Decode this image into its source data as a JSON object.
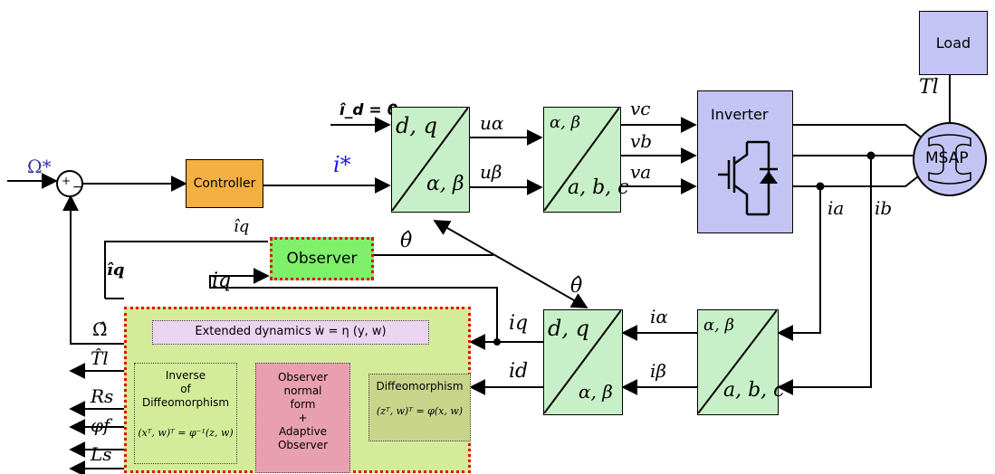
{
  "reference": {
    "speed": "Ω*",
    "sum_plus": "+",
    "sum_minus": "−",
    "id_ref": "î_d = 0",
    "i_star": "i*"
  },
  "controller": {
    "label": "Controller"
  },
  "dq_to_ab": {
    "top_left": "d, q",
    "bottom_right": "α, β"
  },
  "ab_to_abc": {
    "top_left": "α, β",
    "bottom_right": "a, b, c"
  },
  "abc_to_ab": {
    "top_left": "α, β",
    "bottom_right": "a, b, c"
  },
  "ab_to_dq": {
    "top_left": "d, q",
    "bottom_right": "α, β"
  },
  "signals": {
    "u_alpha": "uα",
    "u_beta": "uβ",
    "v_c": "vc",
    "v_b": "vb",
    "v_a": "va",
    "i_a": "ia",
    "i_b": "ib",
    "i_alpha": "iα",
    "i_beta": "iβ",
    "i_q_out": "iq",
    "i_d_out": "id",
    "theta_hat_top": "θ̂",
    "theta_hat_mid": "θ̂",
    "iq_hat": "îq",
    "iq_hat_bold": "îq",
    "iq_in": "iq",
    "T_l": "Tl"
  },
  "inverter": {
    "label": "Inverter"
  },
  "motor": {
    "label": "MSAP"
  },
  "load": {
    "label": "Load"
  },
  "observer": {
    "label": "Observer"
  },
  "adaptive_panel": {
    "extended_dynamics": "Extended dynamics ẇ = η (y, w)",
    "inverse_title": [
      "Inverse",
      "of",
      "Diffeomorphism"
    ],
    "inverse_eq": "(xᵀ, w)ᵀ = φ⁻¹(z, w)",
    "normal_form": [
      "Observer",
      "normal",
      "form",
      "+",
      "Adaptive",
      "Observer"
    ],
    "diffeo_title": "Diffeomorphism",
    "diffeo_eq": "(zᵀ, w)ᵀ = φ(x, w)"
  },
  "outputs": {
    "omega_hat": "Ω̂",
    "T_l_hat": "T̂l",
    "R_s": "Rs",
    "phi_f": "φf",
    "L_s": "Ls"
  },
  "colors": {
    "controller": "#f5b042",
    "block": "#c8f0c8",
    "inverter": "#c4c4f4",
    "observer": "#7ef06a",
    "panel": "#d4ec9a",
    "ext": "#ead4f0",
    "normal": "#e8a0b0",
    "dashed_red": "#e01010"
  }
}
